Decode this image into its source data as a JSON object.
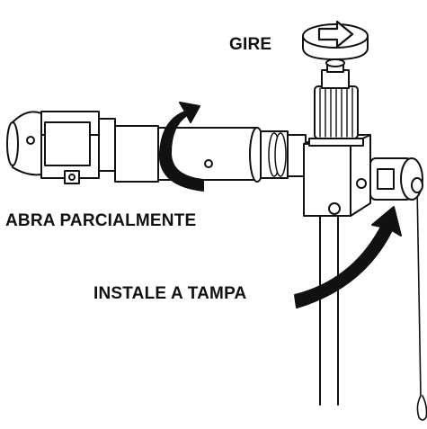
{
  "labels": {
    "turn": "GIRE",
    "open_partially": "ABRA PARCIALMENTE",
    "install_cap": "INSTALE A TAMPA"
  },
  "colors": {
    "line": "#111111",
    "fill": "#ffffff",
    "arrow": "#111111"
  },
  "icons": {
    "rotate": "rotate-ccw-icon",
    "open": "curved-up-arrow-icon",
    "install": "curved-up-arrow-icon"
  }
}
